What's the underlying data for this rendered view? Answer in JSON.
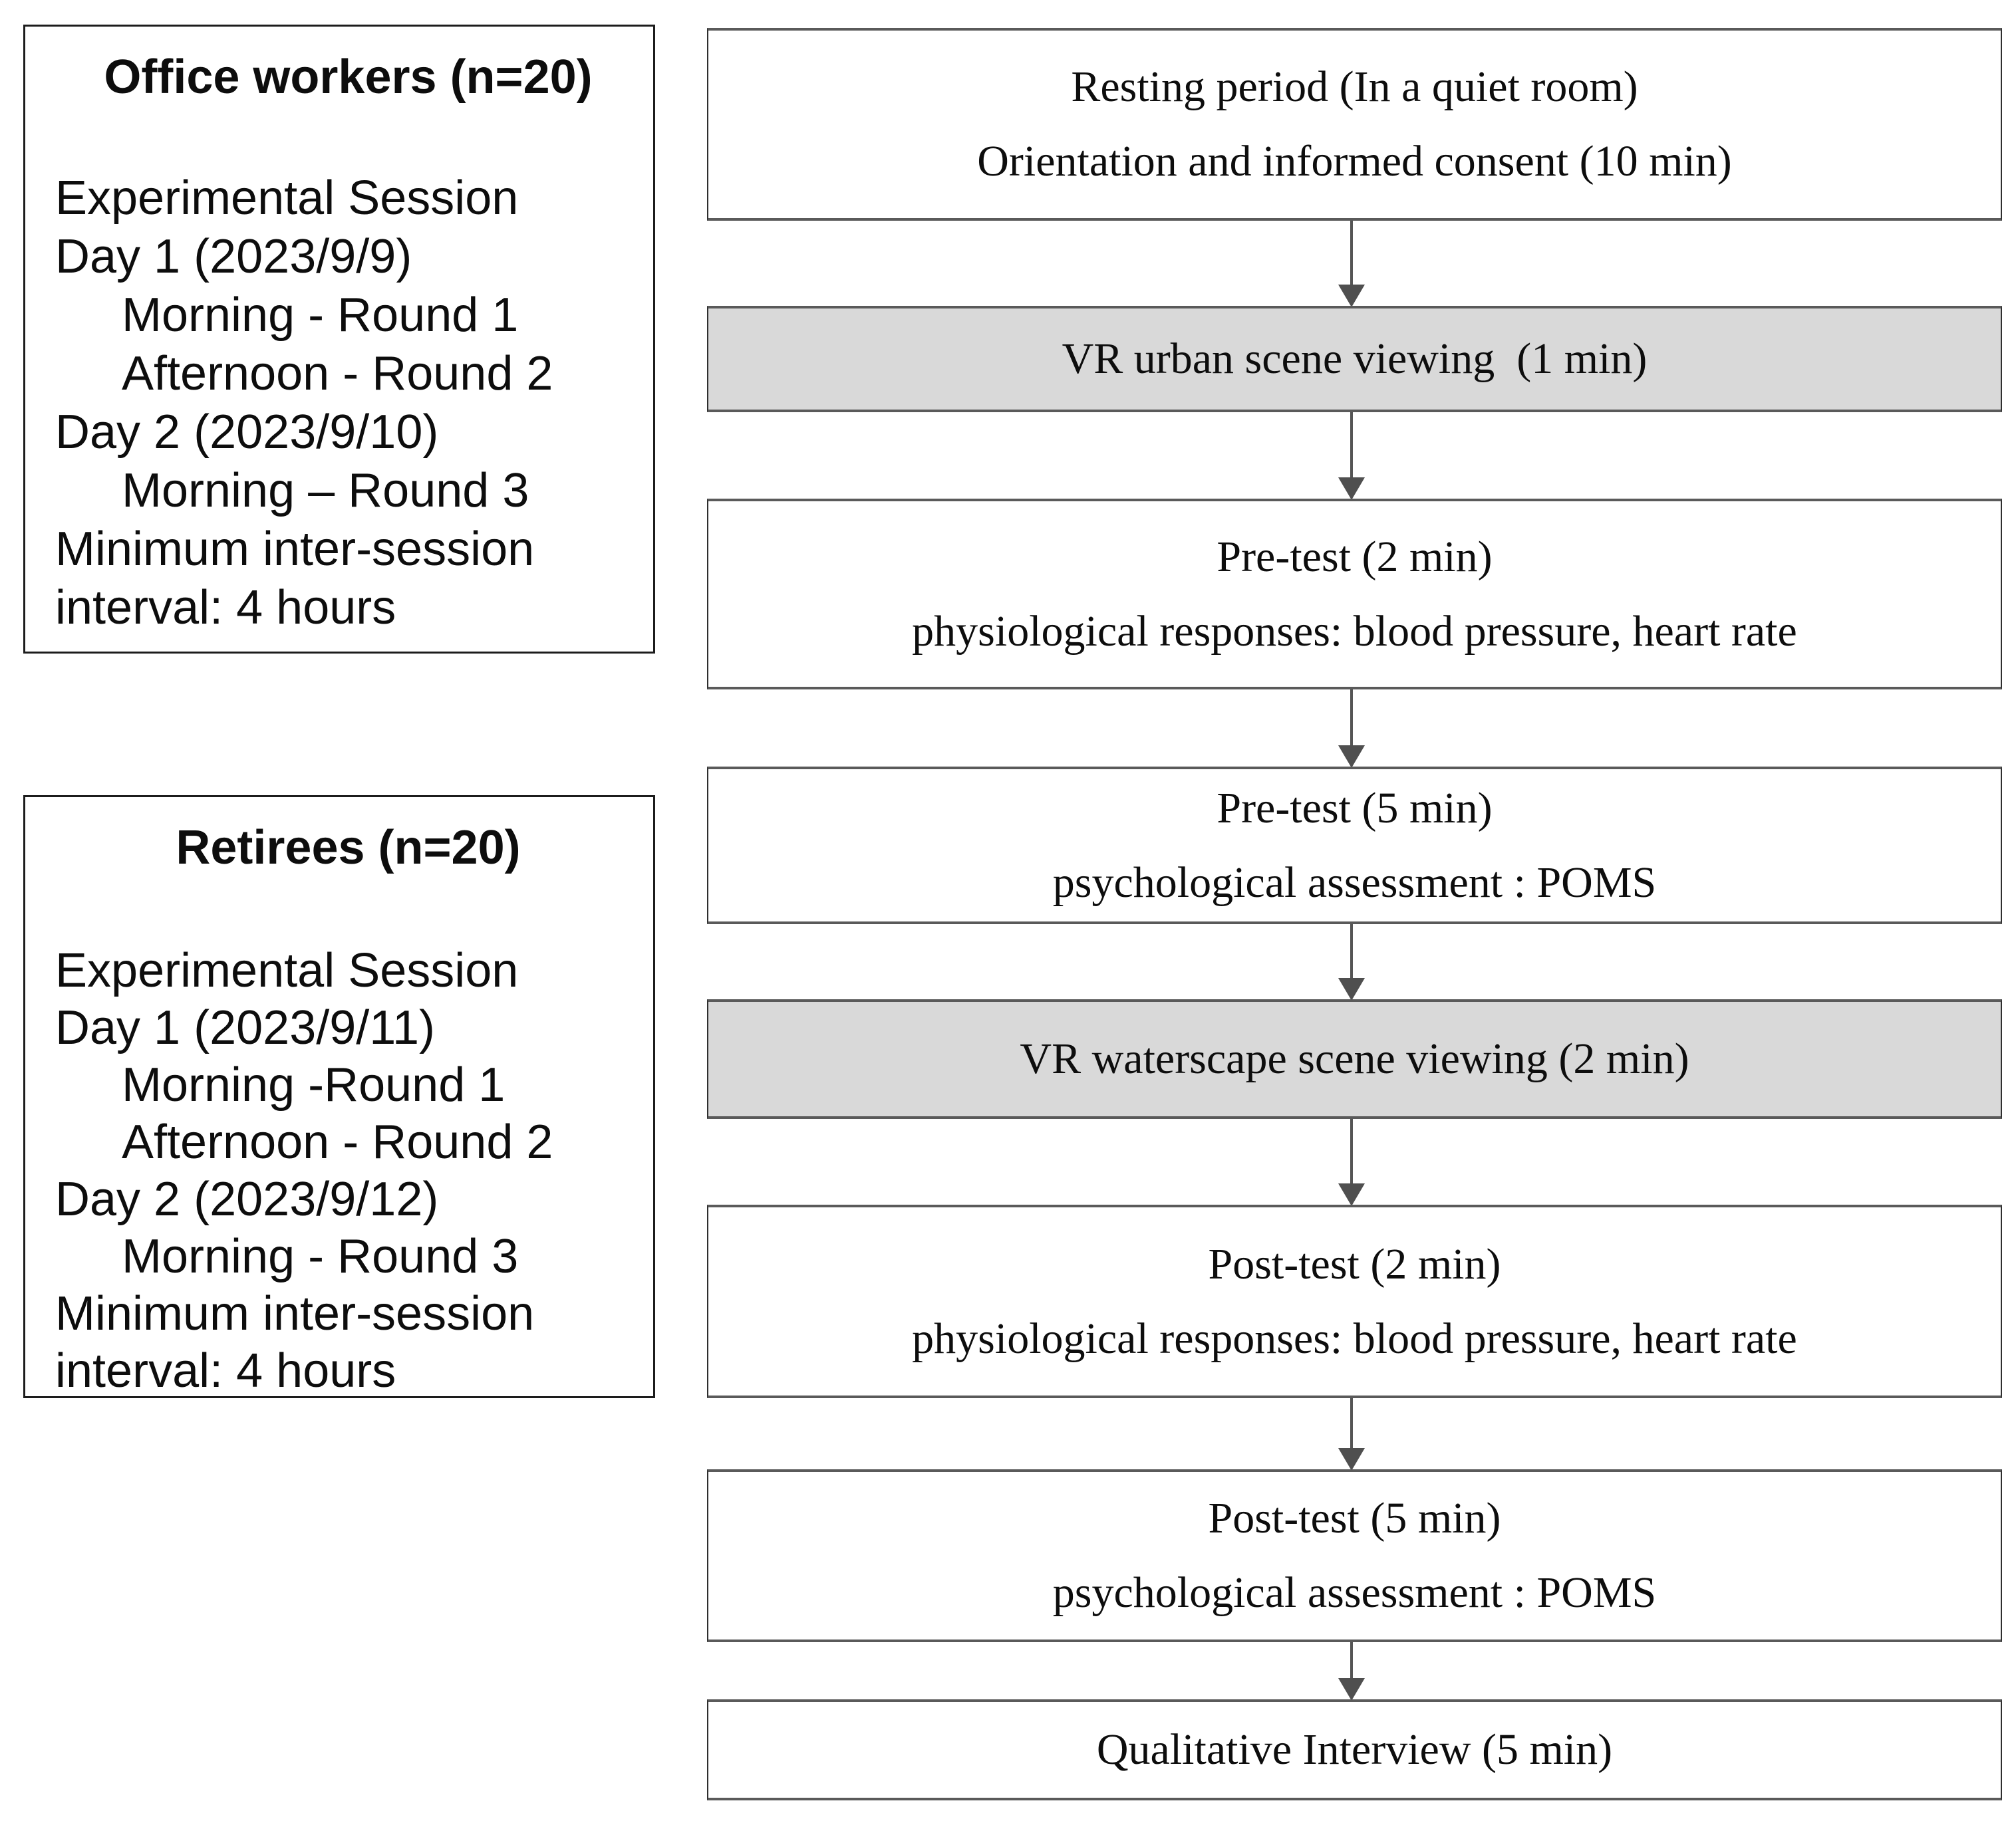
{
  "left_panel": {
    "office_workers": {
      "title": "Office workers (n=20)",
      "lines": [
        "Experimental Session",
        "Day 1 (2023/9/9)",
        "Morning - Round 1",
        "Afternoon - Round 2",
        "Day 2 (2023/9/10)",
        "Morning – Round 3",
        "Minimum inter-session",
        "interval: 4 hours"
      ]
    },
    "retirees": {
      "title": "Retirees (n=20)",
      "lines": [
        "Experimental Session",
        "Day 1 (2023/9/11)",
        "Morning -Round 1",
        "Afternoon - Round 2",
        "Day 2 (2023/9/12)",
        "Morning - Round 3",
        "Minimum inter-session",
        "interval: 4 hours"
      ]
    }
  },
  "flowchart": {
    "steps": [
      {
        "variant": "white",
        "lines": [
          "Resting period (In a quiet room)",
          "Orientation and informed consent (10 min)"
        ]
      },
      {
        "variant": "gray",
        "lines": [
          "VR urban scene viewing  (1 min)"
        ]
      },
      {
        "variant": "white",
        "lines": [
          "Pre-test (2 min)",
          "physiological responses: blood pressure, heart rate"
        ]
      },
      {
        "variant": "white",
        "lines": [
          "Pre-test (5 min)",
          "psychological assessment : POMS"
        ]
      },
      {
        "variant": "gray",
        "lines": [
          "VR waterscape scene viewing (2 min)"
        ]
      },
      {
        "variant": "white",
        "lines": [
          "Post-test (2 min)",
          "physiological responses: blood pressure, heart rate"
        ]
      },
      {
        "variant": "white",
        "lines": [
          "Post-test (5 min)",
          "psychological assessment : POMS"
        ]
      },
      {
        "variant": "white",
        "lines": [
          "Qualitative Interview (5 min)"
        ]
      }
    ]
  },
  "colors": {
    "step_gray_fill": "#d9d9d9",
    "step_border": "#5a5a5a",
    "panel_border": "#1c1c1c",
    "arrow": "#4f4f4f",
    "text": "#0d0d0d"
  }
}
